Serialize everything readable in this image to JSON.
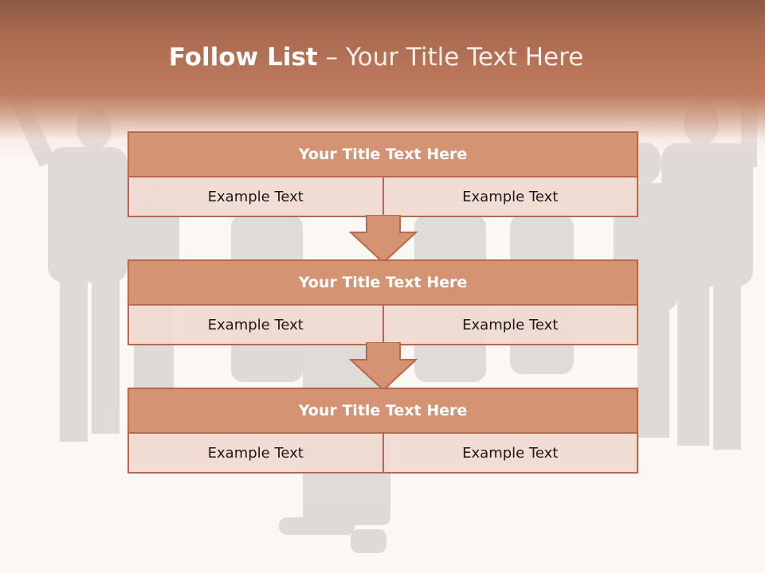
{
  "slide": {
    "title_bold": "Follow List",
    "title_rest": " – Your Title Text Here"
  },
  "steps": [
    {
      "title": "Your Title Text Here",
      "items": [
        "Example Text",
        "Example Text"
      ]
    },
    {
      "title": "Your Title Text Here",
      "items": [
        "Example Text",
        "Example Text"
      ]
    },
    {
      "title": "Your Title Text Here",
      "items": [
        "Example Text",
        "Example Text"
      ]
    }
  ],
  "colors": {
    "banner": "#b8755a",
    "header_fill": "#d49474",
    "cell_fill": "#f1dad2",
    "border": "#b9694b",
    "arrow_fill": "#d49474"
  }
}
